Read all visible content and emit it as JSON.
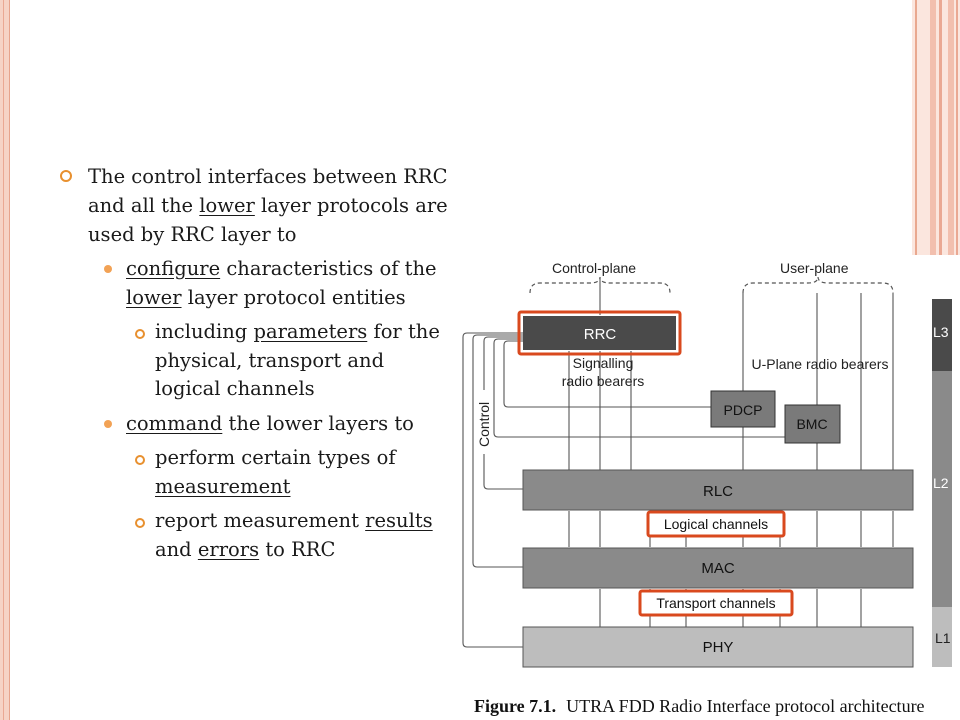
{
  "bullets": [
    {
      "level": 1,
      "parts": [
        {
          "t": "The control interfaces between RRC and all the "
        },
        {
          "t": "lower",
          "u": true
        },
        {
          "t": " layer protocols are used by RRC layer to"
        }
      ]
    },
    {
      "level": 2,
      "parts": [
        {
          "t": "configure",
          "u": true
        },
        {
          "t": " characteristics of the "
        },
        {
          "t": "lower",
          "u": true
        },
        {
          "t": " layer protocol entities"
        }
      ]
    },
    {
      "level": 3,
      "parts": [
        {
          "t": "including "
        },
        {
          "t": "parameters",
          "u": true
        },
        {
          "t": " for the physical, transport and logical channels"
        }
      ]
    },
    {
      "level": 2,
      "parts": [
        {
          "t": "command",
          "u": true
        },
        {
          "t": " the lower layers to"
        }
      ]
    },
    {
      "level": 3,
      "parts": [
        {
          "t": "perform certain types of "
        },
        {
          "t": "measurement",
          "u": true
        }
      ]
    },
    {
      "level": 3,
      "parts": [
        {
          "t": "report measurement "
        },
        {
          "t": "results",
          "u": true
        },
        {
          "t": " and "
        },
        {
          "t": "errors",
          "u": true
        },
        {
          "t": " to RRC"
        }
      ]
    }
  ],
  "diagram": {
    "control_plane": "Control-plane",
    "user_plane": "User-plane",
    "rrc": "RRC",
    "signalling_1": "Signalling",
    "signalling_2": "radio bearers",
    "uplane_bearers": "U-Plane radio bearers",
    "pdcp": "PDCP",
    "bmc": "BMC",
    "control": "Control",
    "rlc": "RLC",
    "logical_channels": "Logical channels",
    "mac": "MAC",
    "transport_channels": "Transport channels",
    "phy": "PHY",
    "l3": "L3",
    "l2": "L2",
    "l1": "L1"
  },
  "caption": {
    "label": "Figure 7.1.",
    "text": "UTRA FDD Radio Interface protocol architecture"
  },
  "colors": {
    "bullet_orange": "#e8902f",
    "highlight_red": "#d9491e",
    "rrc_dark": "#4a4a4a",
    "layer_gray": "#8a8a8a",
    "phy_light": "#bdbdbd"
  }
}
